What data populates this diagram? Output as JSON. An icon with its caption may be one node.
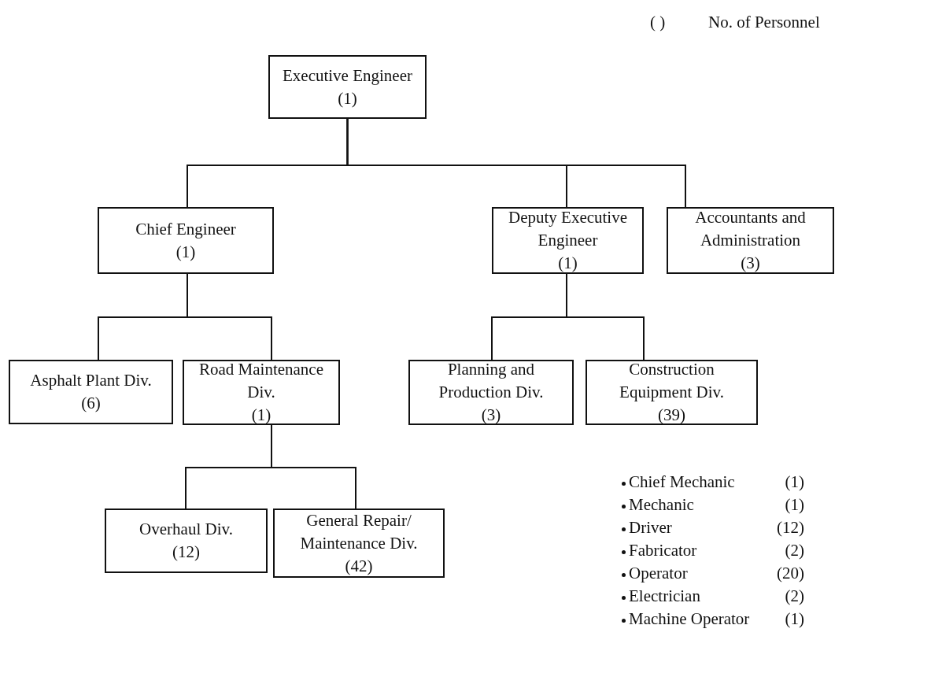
{
  "diagram": {
    "nodes": [
      {
        "text": [
          "Executive Engineer",
          "(1)"
        ]
      },
      {
        "text": [
          "Chief Engineer",
          "(1)"
        ]
      },
      {
        "text": [
          "Deputy Executive Engineer",
          "(1)"
        ]
      },
      {
        "text": [
          "Accountants and Administration",
          "(3)"
        ]
      },
      {
        "text": [
          "Asphalt Plant Div.",
          "(6)"
        ]
      },
      {
        "text": [
          "Road Maintenance Div.",
          "(1)"
        ]
      },
      {
        "text": [
          "Planning and Production Div.",
          "(3)"
        ]
      },
      {
        "text": [
          "Construction Equipment Div.",
          "(39)"
        ]
      },
      {
        "text": [
          "Overhaul Div.",
          "(12)"
        ]
      },
      {
        "text": [
          "General Repair/ Maintenance Div.",
          "(42)"
        ]
      }
    ],
    "edges": [
      {
        "from": 0,
        "to": 1,
        "arrow": "none"
      },
      {
        "from": 0,
        "to": 2,
        "arrow": "none"
      },
      {
        "from": 0,
        "to": 3,
        "arrow": "none"
      },
      {
        "from": 1,
        "to": 4,
        "arrow": "none"
      },
      {
        "from": 1,
        "to": 5,
        "arrow": "none"
      },
      {
        "from": 2,
        "to": 6,
        "arrow": "none"
      },
      {
        "from": 2,
        "to": 7,
        "arrow": "none"
      },
      {
        "from": 5,
        "to": 8,
        "arrow": "none"
      },
      {
        "from": 5,
        "to": 9,
        "arrow": "none"
      }
    ],
    "labels": [
      "( )",
      "No. of Personnel",
      "Chief Mechanic",
      "(1)",
      "Mechanic",
      "(1)",
      "Driver",
      "(12)",
      "Fabricator",
      "(2)",
      "Operator",
      "(20)",
      "Electrician",
      "(2)",
      "Machine Operator",
      "(1)"
    ]
  }
}
